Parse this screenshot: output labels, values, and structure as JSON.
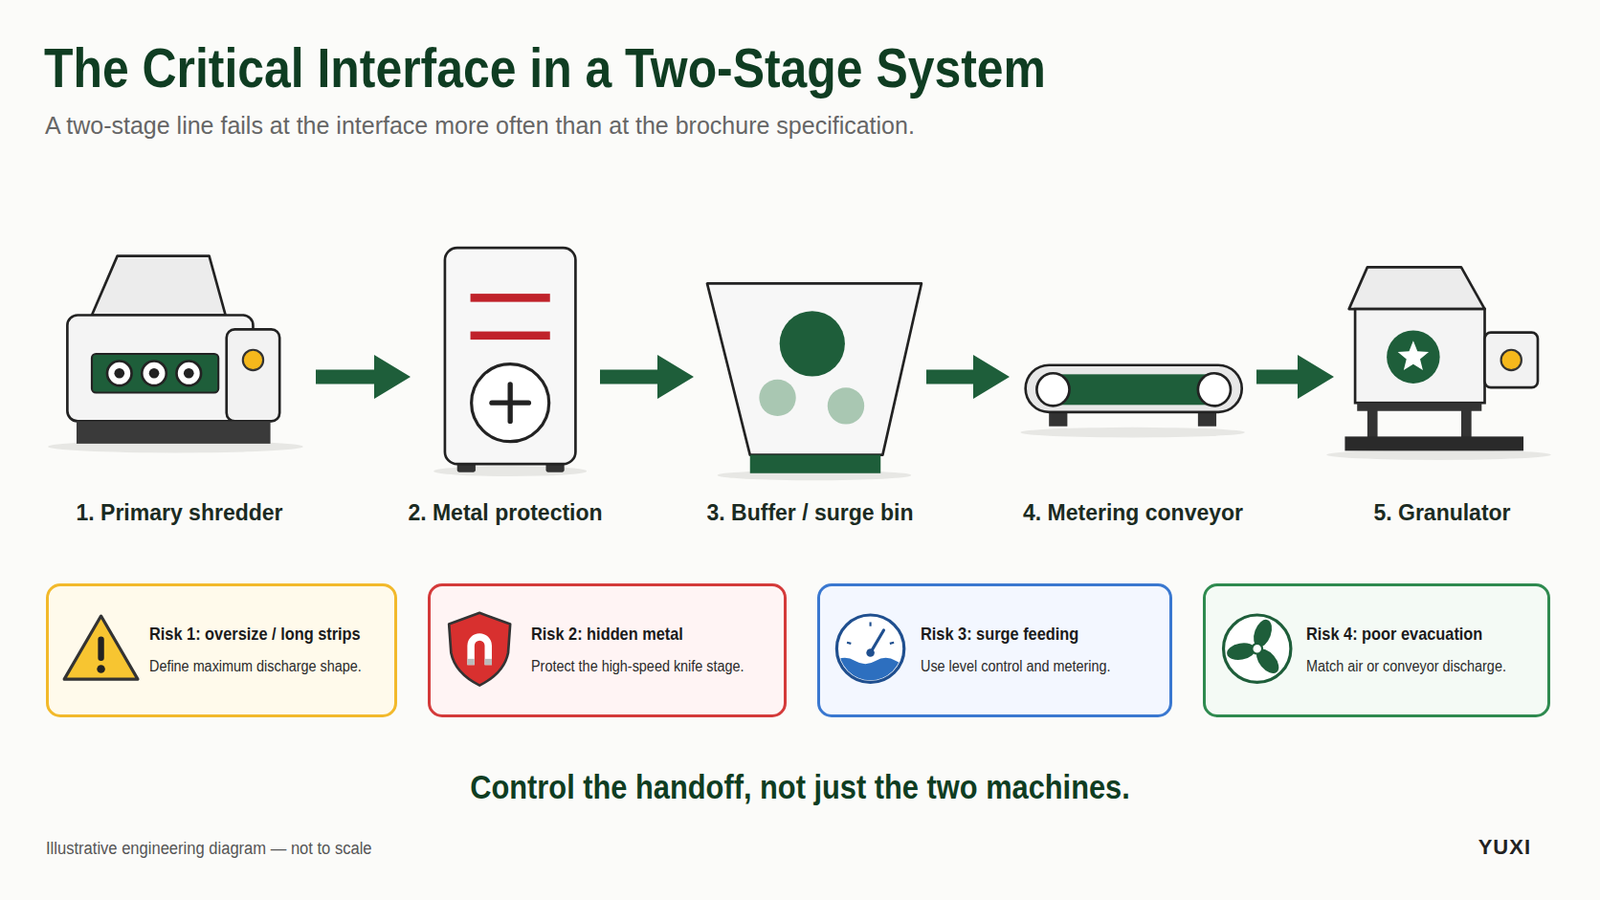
{
  "diagram": {
    "title": "The Critical Interface in a Two-Stage System",
    "caption": "A two-stage line fails at the interface more often than at the brochure specification.",
    "nodes": [
      {
        "text": [
          "1. Primary shredder"
        ]
      },
      {
        "text": [
          "2. Metal protection"
        ]
      },
      {
        "text": [
          "3. Buffer / surge bin"
        ]
      },
      {
        "text": [
          "4. Metering conveyor"
        ]
      },
      {
        "text": [
          "5. Granulator"
        ]
      },
      {
        "text": [
          "Risk 1: oversize / long strips",
          "Define maximum discharge shape."
        ]
      },
      {
        "text": [
          "Risk 2: hidden metal",
          "Protect the high-speed knife stage."
        ]
      },
      {
        "text": [
          "Risk 3: surge feeding",
          "Use level control and metering."
        ]
      },
      {
        "text": [
          "Risk 4: poor evacuation",
          "Match air or conveyor discharge."
        ]
      }
    ],
    "edges": [
      {
        "from": 0,
        "to": 1,
        "arrow": "to"
      },
      {
        "from": 1,
        "to": 2,
        "arrow": "to"
      },
      {
        "from": 2,
        "to": 3,
        "arrow": "to"
      },
      {
        "from": 3,
        "to": 4,
        "arrow": "to"
      }
    ],
    "labels": [
      "Control the handoff, not just the two machines.",
      "Illustrative engineering diagram — not to scale",
      "YUXI"
    ]
  }
}
